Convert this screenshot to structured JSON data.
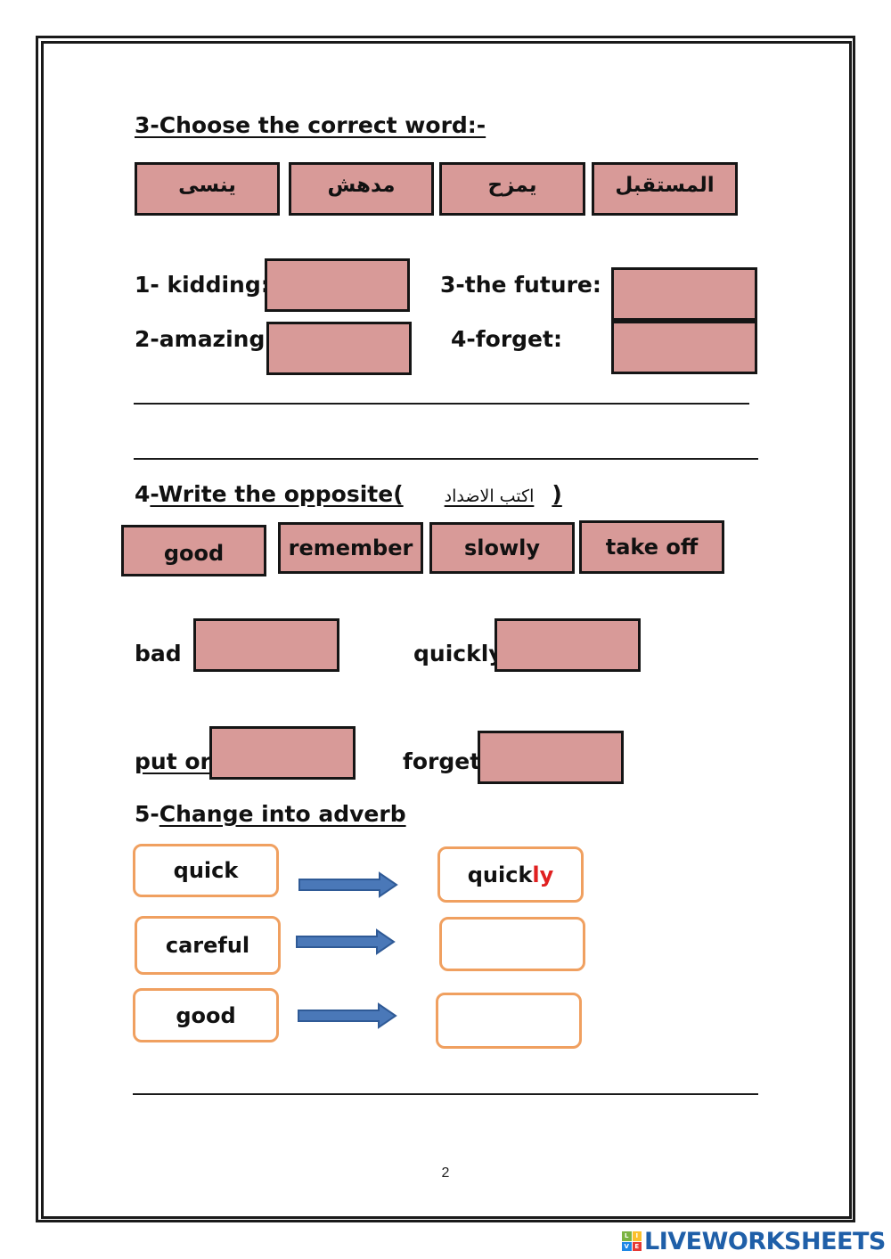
{
  "section3": {
    "title": "3-Choose the correct word:-",
    "word_bank": [
      "ينسى",
      "مدهش",
      "يمزح",
      "المستقبل"
    ],
    "items": [
      {
        "label": "1- kidding:"
      },
      {
        "label": "2-amazing:"
      },
      {
        "label": "3-the future:"
      },
      {
        "label": "4-forget:"
      }
    ]
  },
  "section4": {
    "title_num": "4",
    "title": "-Write the opposite(",
    "title_arabic": "اكتب الاضداد",
    "title_close": ")",
    "word_bank": [
      "good",
      "remember",
      "slowly",
      "take off"
    ],
    "items": [
      {
        "label": "bad"
      },
      {
        "label": "quickly"
      },
      {
        "label": "put on"
      },
      {
        "label": "forget"
      }
    ]
  },
  "section5": {
    "title_num": "5-",
    "title": "Change into adverb",
    "rows": [
      {
        "word": "quick",
        "answer_base": "quick",
        "answer_suffix": "ly"
      },
      {
        "word": "careful",
        "answer_base": "",
        "answer_suffix": ""
      },
      {
        "word": "good",
        "answer_base": "",
        "answer_suffix": ""
      }
    ]
  },
  "page_number": "2",
  "brand": {
    "name": "LIVEWORKSHEETS",
    "badge_letters": [
      "L",
      "I",
      "V",
      "E"
    ],
    "color": "#1f5fa8"
  },
  "colors": {
    "drop_box": "#d89a98",
    "answer_box_border": "#f0a060",
    "arrow": "#4a78b8",
    "suffix": "#e02020"
  }
}
